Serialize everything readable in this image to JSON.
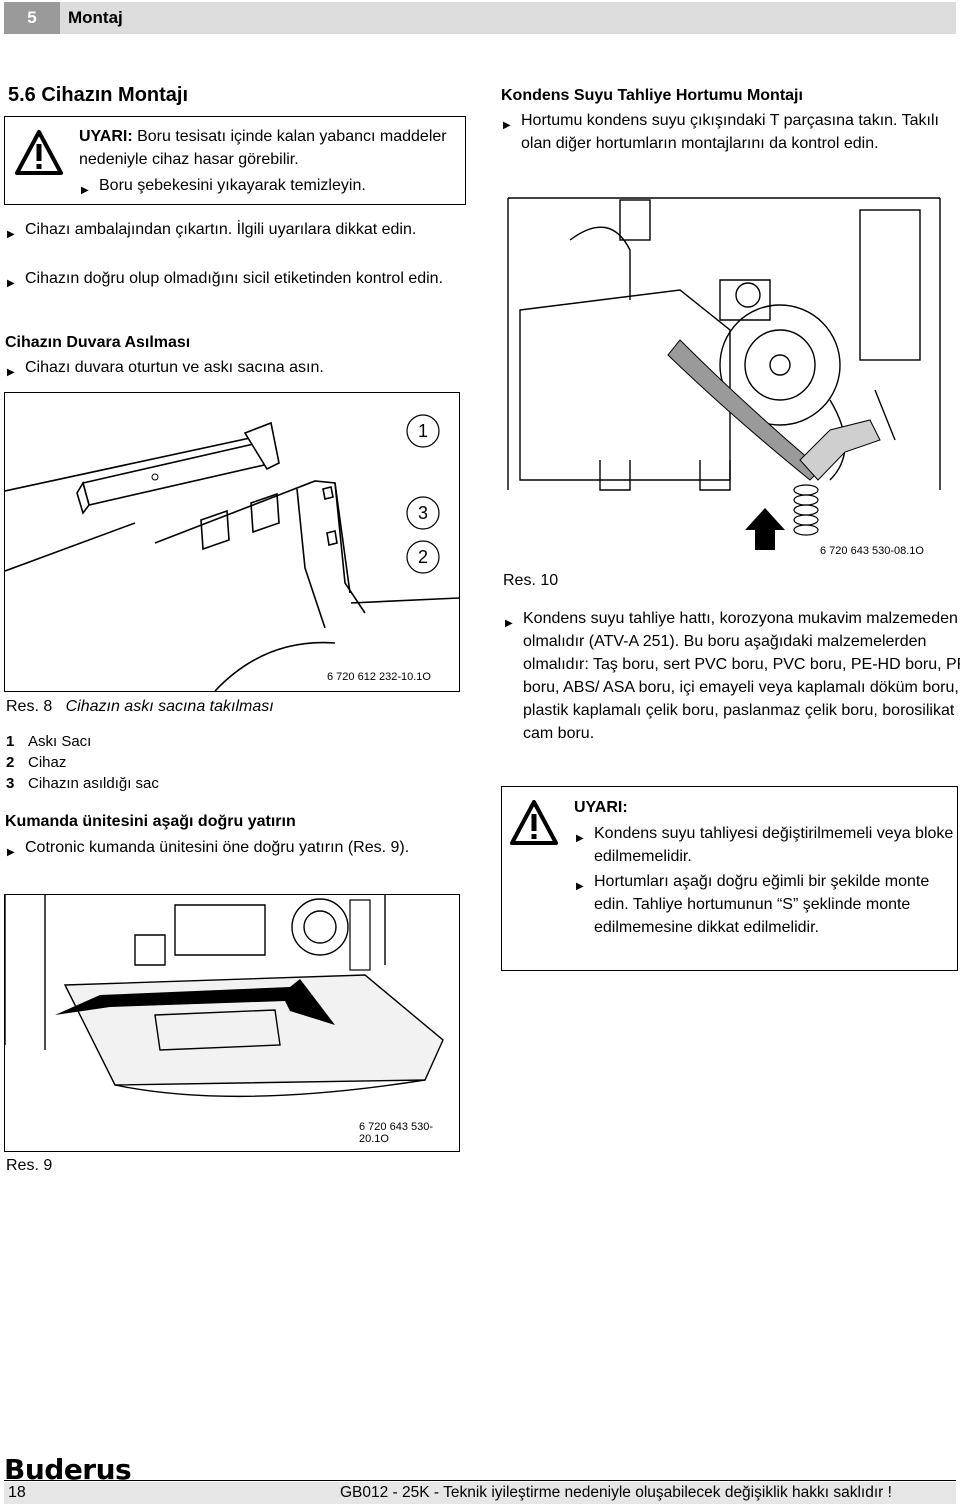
{
  "header": {
    "chapter_number": "5",
    "chapter_title": "Montaj"
  },
  "left": {
    "section_title": "5.6   Cihazın Montajı",
    "warning1": {
      "lead": "UYARI:",
      "text": " Boru tesisatı içinde kalan yabancı maddeler nedeniyle cihaz hasar görebilir.",
      "bullet": "Boru şebekesini yıkayarak temizleyin."
    },
    "bullets1": [
      "Cihazı ambalajından çıkartın. İlgili uyarılara dikkat edin.",
      "Cihazın doğru olup olmadığını sicil etiketinden kontrol edin."
    ],
    "subheading1": "Cihazın Duvara Asılması",
    "bullet2": "Cihazı duvara oturtun ve askı sacına asın.",
    "fig8": {
      "callouts": [
        "1",
        "3",
        "2"
      ],
      "code": "6 720 612 232-10.1O",
      "caption_label": "Res. 8",
      "caption_text": "Cihazın askı sacına takılması"
    },
    "legend": [
      {
        "num": "1",
        "text": "Askı Sacı"
      },
      {
        "num": "2",
        "text": "Cihaz"
      },
      {
        "num": "3",
        "text": "Cihazın asıldığı sac"
      }
    ],
    "subheading2": "Kumanda ünitesini aşağı doğru yatırın",
    "bullet3": "Cotronic kumanda ünitesini öne doğru yatırın (Res. 9).",
    "fig9": {
      "code": "6 720 643 530-20.1O",
      "caption_label": "Res. 9"
    }
  },
  "right": {
    "subheading": "Kondens Suyu Tahliye Hortumu Montajı",
    "bullet1": "Hortumu kondens suyu çıkışındaki T parçasına takın. Takılı olan diğer hortumların montajlarını da kontrol edin.",
    "fig10": {
      "code": "6 720 643 530-08.1O",
      "caption_label": "Res. 10"
    },
    "bullet2": "Kondens suyu tahliye hattı, korozyona mukavim malzemeden olmalıdır (ATV-A 251). Bu boru aşağıdaki malzemelerden olmalıdır: Taş boru, sert PVC boru, PVC boru, PE-HD boru, PP boru, ABS/ ASA boru, içi emayeli veya kaplamalı döküm boru, plastik kaplamalı çelik boru, paslanmaz çelik boru, borosilikat cam boru.",
    "warning2": {
      "lead": "UYARI:",
      "bullets": [
        "Kondens suyu tahliyesi değiştirilmemeli veya bloke edilmemelidir.",
        "Hortumları aşağı doğru eğimli bir şekilde monte edin. Tahliye hortumunun “S” şeklinde monte edilmemesine dikkat edilmelidir."
      ]
    }
  },
  "footer": {
    "logo": "Buderus",
    "page_number": "18",
    "text": "GB012 - 25K - Teknik iyileştirme nedeniyle oluşabilecek değişiklik hakkı saklıdır !"
  }
}
